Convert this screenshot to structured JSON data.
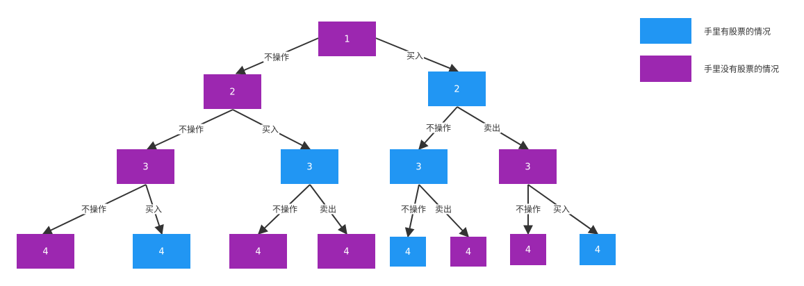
{
  "colors": {
    "holding": "#2196F3",
    "not_holding": "#9C27B0",
    "edge": "#333333",
    "edge_label_bg": "#ffffff"
  },
  "legend": [
    {
      "key": "holding",
      "label": "手里有股票的情况"
    },
    {
      "key": "not_holding",
      "label": "手里没有股票的情况"
    }
  ],
  "nodes": [
    {
      "id": "n1",
      "label": "1",
      "state": "not_holding"
    },
    {
      "id": "n2a",
      "label": "2",
      "state": "not_holding"
    },
    {
      "id": "n2b",
      "label": "2",
      "state": "holding"
    },
    {
      "id": "n3a",
      "label": "3",
      "state": "not_holding"
    },
    {
      "id": "n3b",
      "label": "3",
      "state": "holding"
    },
    {
      "id": "n3c",
      "label": "3",
      "state": "holding"
    },
    {
      "id": "n3d",
      "label": "3",
      "state": "not_holding"
    },
    {
      "id": "n4a",
      "label": "4",
      "state": "not_holding"
    },
    {
      "id": "n4b",
      "label": "4",
      "state": "holding"
    },
    {
      "id": "n4c",
      "label": "4",
      "state": "not_holding"
    },
    {
      "id": "n4d",
      "label": "4",
      "state": "not_holding"
    },
    {
      "id": "n4e",
      "label": "4",
      "state": "holding"
    },
    {
      "id": "n4f",
      "label": "4",
      "state": "not_holding"
    },
    {
      "id": "n4g",
      "label": "4",
      "state": "not_holding"
    },
    {
      "id": "n4h",
      "label": "4",
      "state": "holding"
    }
  ],
  "edges": [
    {
      "from": "n1",
      "to": "n2a",
      "label": "不操作"
    },
    {
      "from": "n1",
      "to": "n2b",
      "label": "买入"
    },
    {
      "from": "n2a",
      "to": "n3a",
      "label": "不操作"
    },
    {
      "from": "n2a",
      "to": "n3b",
      "label": "买入"
    },
    {
      "from": "n2b",
      "to": "n3c",
      "label": "不操作"
    },
    {
      "from": "n2b",
      "to": "n3d",
      "label": "卖出"
    },
    {
      "from": "n3a",
      "to": "n4a",
      "label": "不操作"
    },
    {
      "from": "n3a",
      "to": "n4b",
      "label": "买入"
    },
    {
      "from": "n3b",
      "to": "n4c",
      "label": "不操作"
    },
    {
      "from": "n3b",
      "to": "n4d",
      "label": "卖出"
    },
    {
      "from": "n3c",
      "to": "n4e",
      "label": "不操作"
    },
    {
      "from": "n3c",
      "to": "n4f",
      "label": "卖出"
    },
    {
      "from": "n3d",
      "to": "n4g",
      "label": "不操作"
    },
    {
      "from": "n3d",
      "to": "n4h",
      "label": "买入"
    }
  ]
}
